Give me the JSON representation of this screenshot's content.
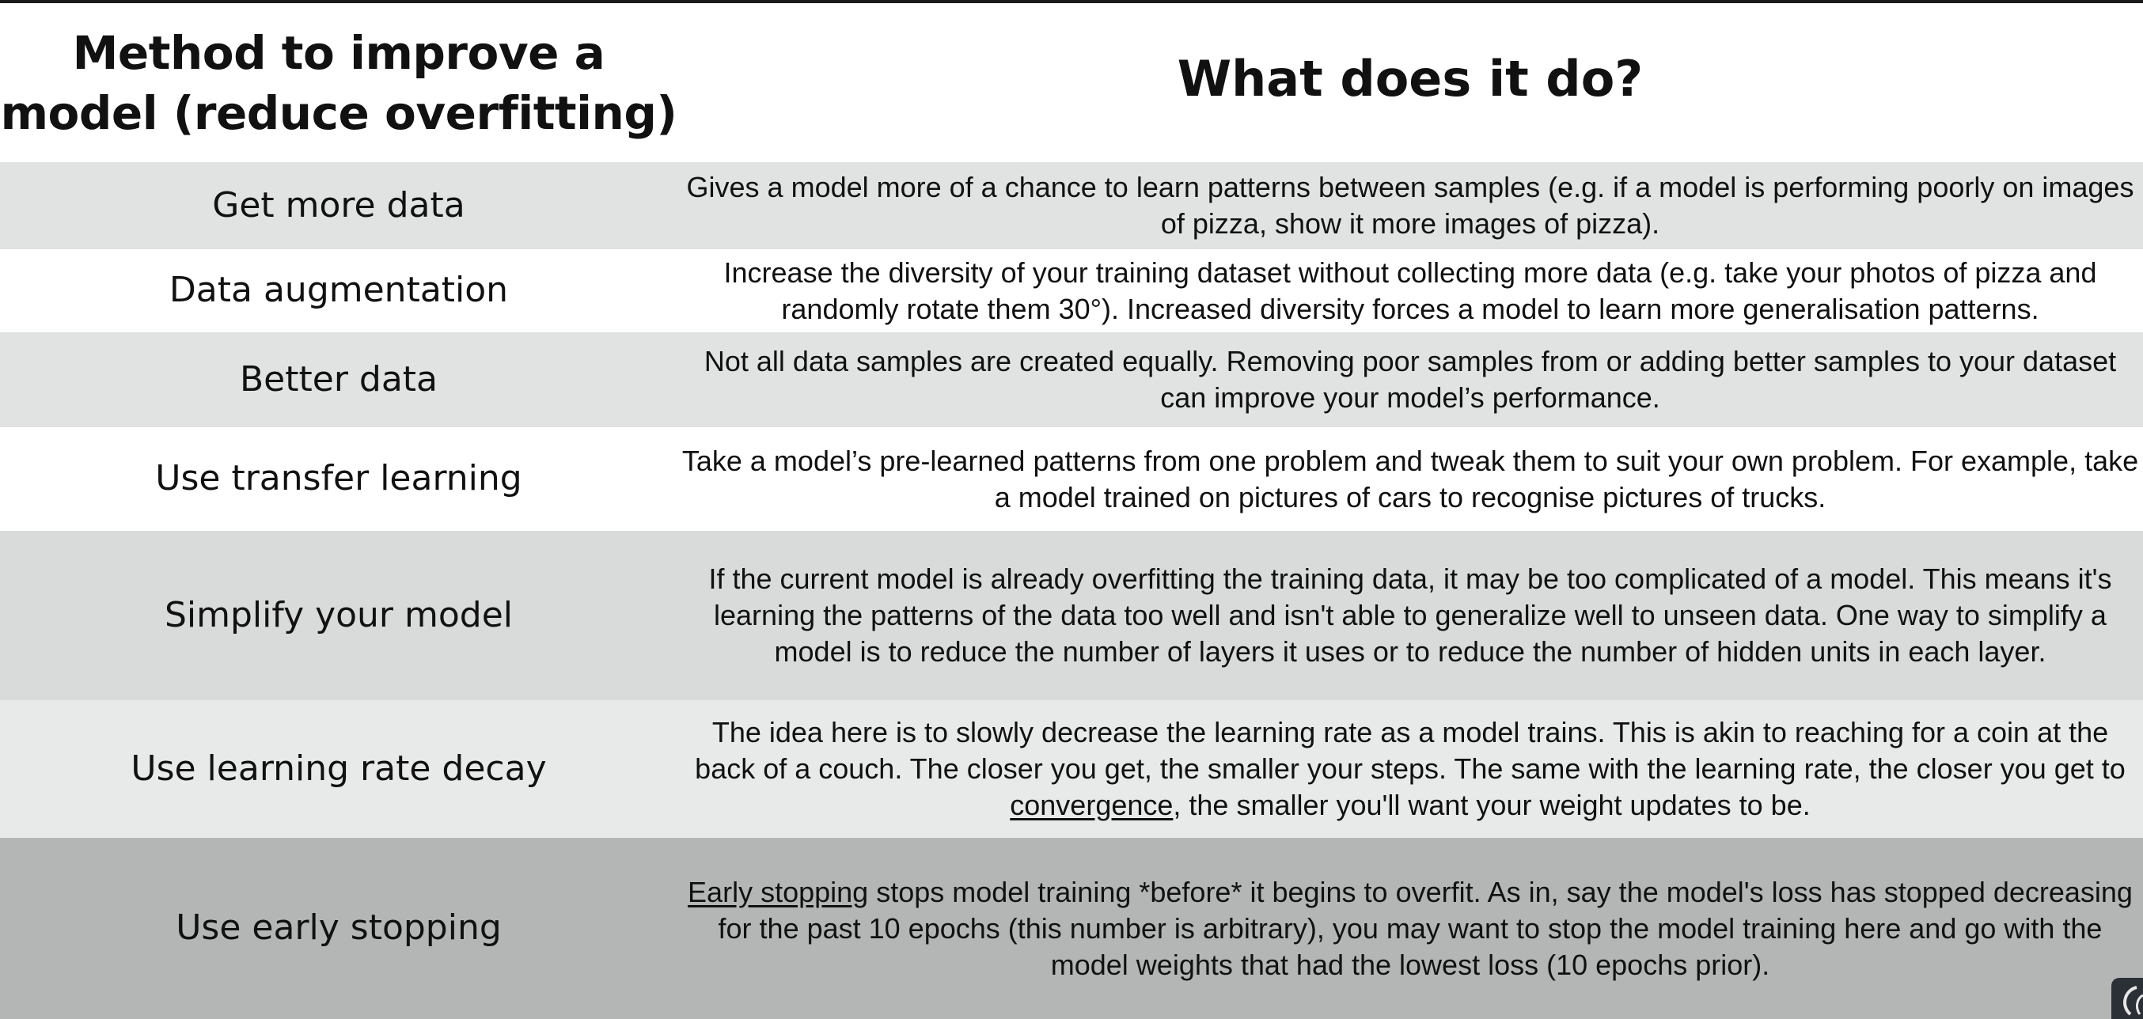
{
  "header": {
    "method_title": "Method to improve a model (reduce overfitting)",
    "desc_title": "What does it do?"
  },
  "rows": [
    {
      "method": "Get more data",
      "desc": "Gives a model more of a chance to learn patterns between samples (e.g. if a model is performing poorly on images of pizza, show it more images of pizza)."
    },
    {
      "method": "Data augmentation",
      "desc": "Increase the diversity of your training dataset without collecting more data (e.g. take your photos of pizza and randomly rotate them 30°). Increased diversity forces a model to learn more generalisation patterns."
    },
    {
      "method": "Better data",
      "desc": "Not all data samples are created equally. Removing poor samples from or adding better samples to your dataset can improve your model’s performance."
    },
    {
      "method": "Use transfer learning",
      "desc": "Take a model’s pre-learned patterns from one problem and tweak them to suit your own problem. For example, take a model trained on pictures of cars to recognise pictures of trucks."
    },
    {
      "method": "Simplify your model",
      "desc": "If the current model is already overfitting the training data, it may be too complicated of a model. This means it's learning the patterns of the data too well and isn't able to generalize well to unseen data. One way to simplify a model is to reduce the number of layers it uses or to reduce the number of hidden units in each layer."
    },
    {
      "method": "Use learning rate decay",
      "desc_before": "The idea here is to slowly decrease the learning rate as a model trains. This is akin to reaching for a coin at the back of a couch. The closer you get, the smaller your steps. The same with the learning rate, the closer you get to ",
      "desc_link": "convergence",
      "desc_after": ", the smaller you'll want your weight updates to be."
    },
    {
      "method": "Use early stopping",
      "desc_link": "Early stopping",
      "desc_after": " stops model training *before* it begins to overfit. As in, say the model's loss has stopped decreasing for the past 10 epochs (this number is arbitrary), you may want to stop the model training here and go with the model weights that had the lowest loss (10 epochs prior)."
    }
  ],
  "colors": {
    "row_light_gray": "#e1e3e2",
    "row_white": "#ffffff",
    "row_mid_gray": "#d9dbda",
    "row_pale_gray": "#e8e9e9",
    "row_dark_gray": "#b4b6b6",
    "text": "#111111"
  },
  "icons": {
    "corner": "player-logo-icon"
  }
}
